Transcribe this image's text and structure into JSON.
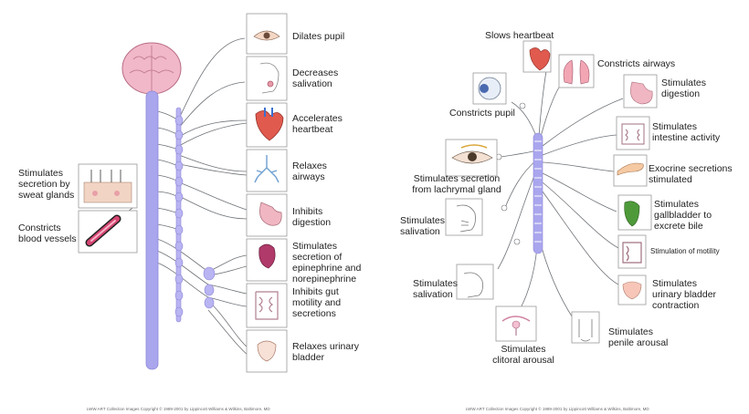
{
  "left_panel": {
    "labels": {
      "dilates_pupil": "Dilates pupil",
      "decreases_salivation": "Decreases\nsalivation",
      "accelerates_heartbeat": "Accelerates\nheartbeat",
      "relaxes_airways": "Relaxes\nairways",
      "inhibits_digestion": "Inhibits\ndigestion",
      "stimulates_epinephrine": "Stimulates\nsecretion of\nepinephrine and\nnorepinephrine",
      "inhibits_gut": "Inhibits gut\nmotility and\nsecretions",
      "relaxes_bladder": "Relaxes urinary\nbladder",
      "sweat_glands": "Stimulates\nsecretion by\nsweat glands",
      "constricts_vessels": "Constricts\nblood vessels"
    },
    "copyright": "LWW.ART Collection Images Copyright © 1989-2001 by Lippincott Williams & Wilkins, Baltimore, MD"
  },
  "right_panel": {
    "labels": {
      "slows_heartbeat": "Slows heartbeat",
      "constricts_airways": "Constricts airways",
      "constricts_pupil": "Constricts pupil",
      "stimulates_digestion": "Stimulates\ndigestion",
      "intestine_activity": "Stimulates\nintestine activity",
      "exocrine": "Exocrine secretions\nstimulated",
      "lacrimal": "Stimulates secretion\nfrom lachrymal gland",
      "gallbladder": "Stimulates\ngallbladder to\nexcrete bile",
      "salivation_1": "Stimulates\nsalivation",
      "motility": "Stimulation of motility",
      "salivation_2": "Stimulates\nsalivation",
      "urinary": "Stimulates\nurinary bladder\ncontraction",
      "penile": "Stimulates\npenile arousal",
      "clitoral": "Stimulates\nclitoral arousal"
    },
    "copyright": "LWW.ART Collection Images Copyright © 1989-2001 by Lippincott Williams & Wilkins, Baltimore, MD"
  },
  "colors": {
    "spine": "#aaa6ee",
    "ganglion": "#b9b4f2",
    "brain": "#f1b8c9",
    "line": "#6f7378",
    "box_border": "#9a9a9a"
  }
}
